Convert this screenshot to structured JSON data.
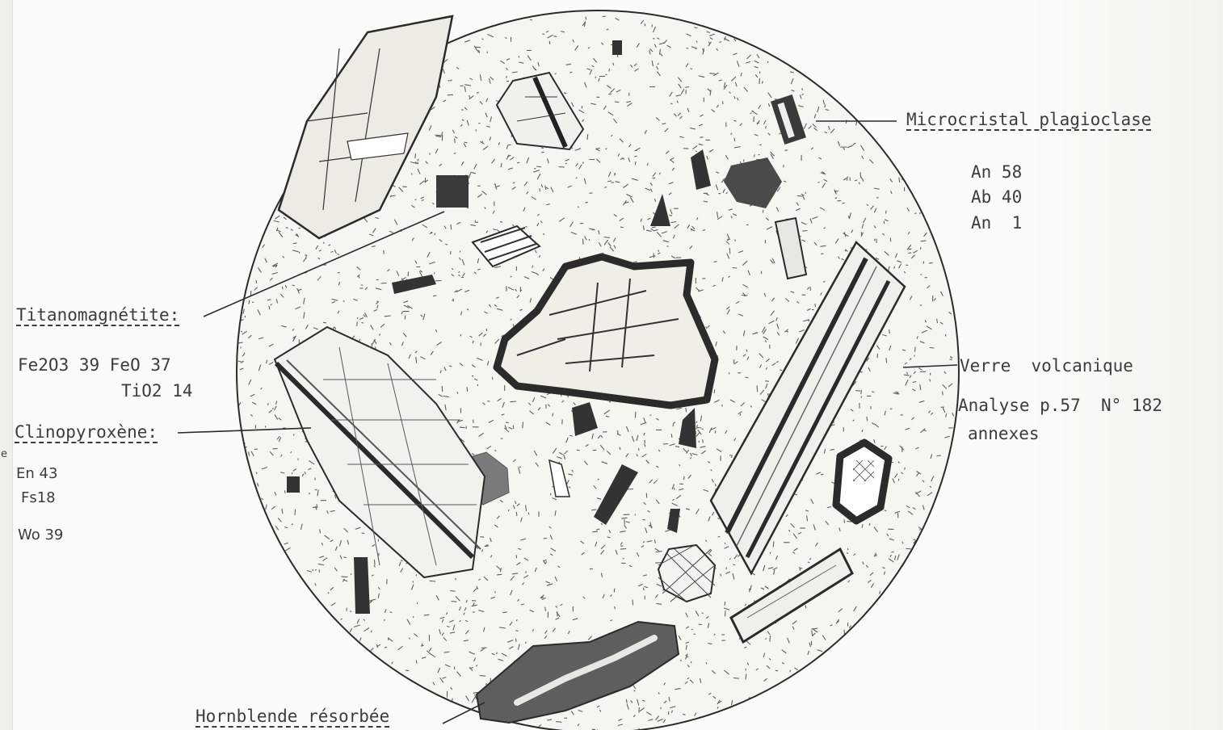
{
  "labels": {
    "microcristal": "Microcristal plagioclase",
    "an58": "An 58",
    "ab40": "Ab 40",
    "an1": "An  1",
    "titanomagnetite": "Titanomagnétite:",
    "fe2o3": "Fe2O3 39 FeO 37",
    "tio2": "TiO2 14",
    "clinopyroxene": "Clinopyroxène:",
    "en43": "En 43",
    "fs18": "Fs18",
    "wo39": "Wo 39",
    "verre": "Verre  volcanique",
    "analyse": "Analyse p.57  N° 182",
    "annexes": "annexes",
    "hornblende": "Hornblende résorbée",
    "margin_e": "e"
  },
  "colors": {
    "ink": "#2b2b2b",
    "paper": "#fbfbf7",
    "text": "#3c3c3c"
  }
}
